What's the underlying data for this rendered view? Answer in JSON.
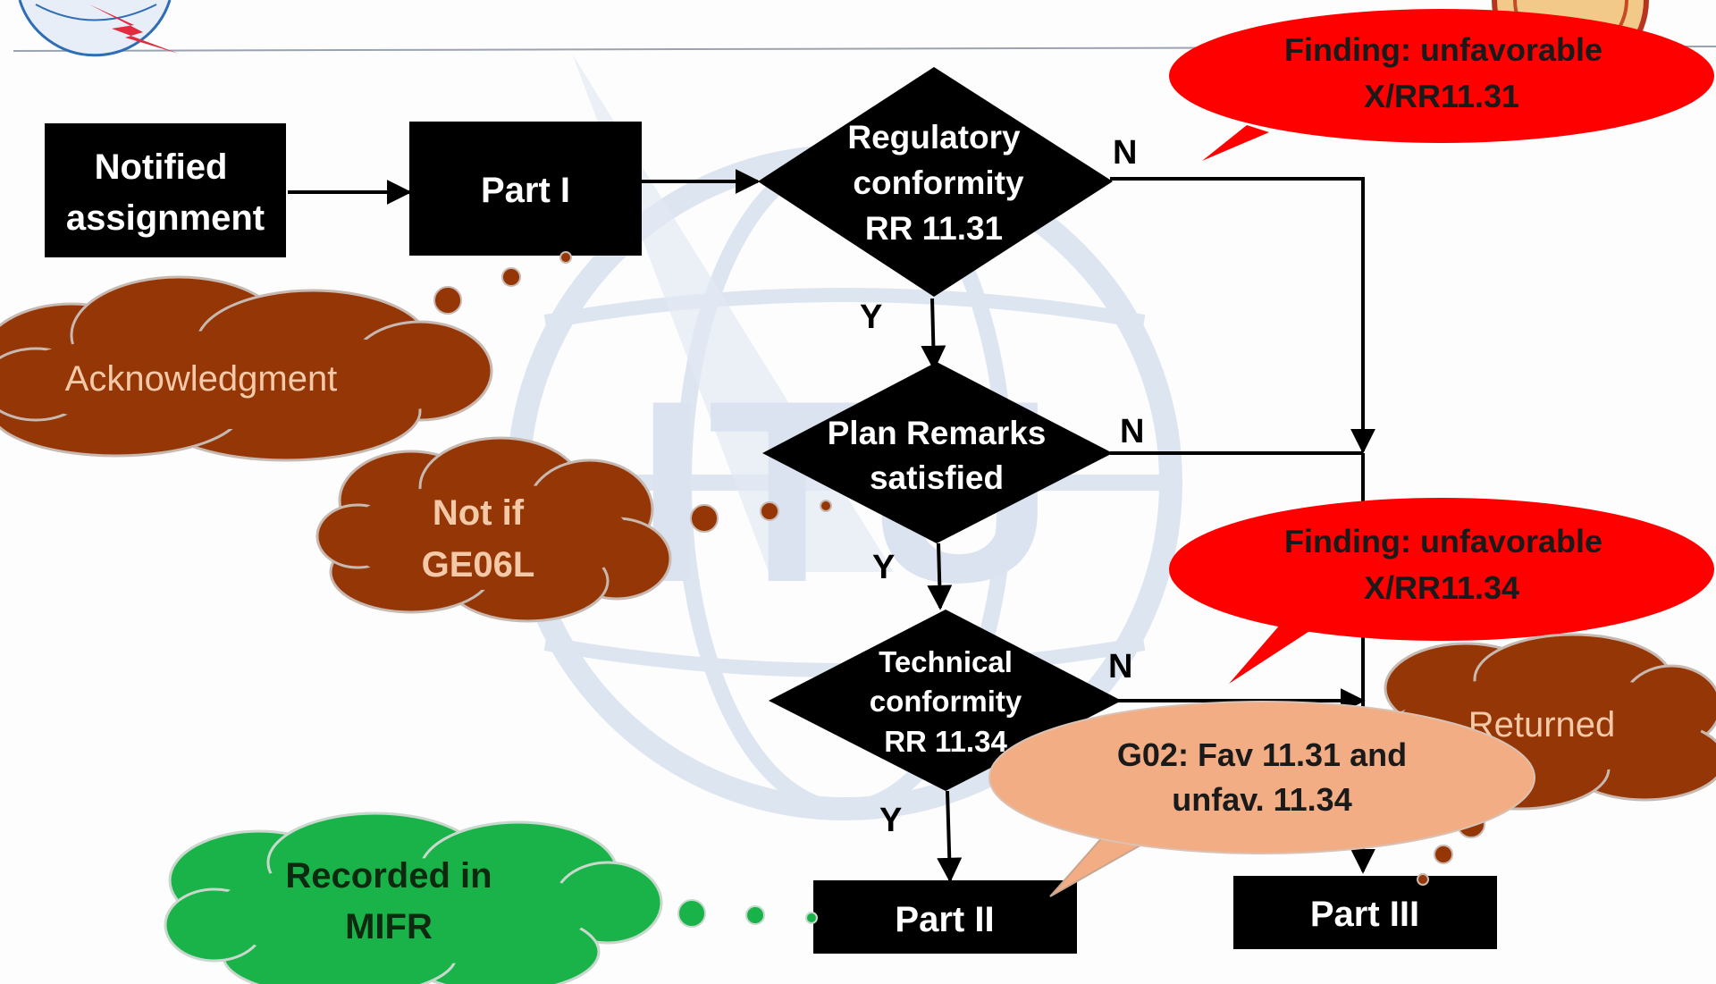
{
  "colors": {
    "box": "#000000",
    "box_text": "#ffffff",
    "red_callout": "#ff0000",
    "peach_callout": "#f2ad84",
    "brown_cloud": "#953607",
    "green_cloud": "#1ab34a",
    "watermark": "#dfe6f2"
  },
  "boxes": {
    "notified": [
      "Notified",
      "assignment"
    ],
    "part1": "Part I",
    "part2": "Part II",
    "part3": "Part III"
  },
  "decisions": {
    "regulatory": [
      "Regulatory",
      "conformity",
      "RR 11.31"
    ],
    "plan": [
      "Plan Remarks",
      "satisfied"
    ],
    "technical": [
      "Technical",
      "conformity",
      "RR 11.34"
    ]
  },
  "edge_labels": {
    "regulatory_no": "N",
    "regulatory_yes": "Y",
    "plan_no": "N",
    "plan_yes": "Y",
    "technical_no": "N",
    "technical_yes": "Y"
  },
  "callouts": {
    "finding_1131": [
      "Finding: unfavorable",
      "X/RR11.31"
    ],
    "finding_1134": [
      "Finding: unfavorable",
      "X/RR11.34"
    ],
    "g02": [
      "G02: Fav 11.31 and",
      "unfav. 11.34"
    ]
  },
  "clouds": {
    "acknowledgment": "Acknowledgment",
    "not_if": [
      "Not if",
      "GE06L"
    ],
    "returned": "Returned",
    "recorded": [
      "Recorded in",
      "MIFR"
    ]
  },
  "watermark_text": "ITU",
  "icons": {
    "top_left_logo": "itu-logo-icon",
    "top_right_emblem": "emblem-icon"
  }
}
